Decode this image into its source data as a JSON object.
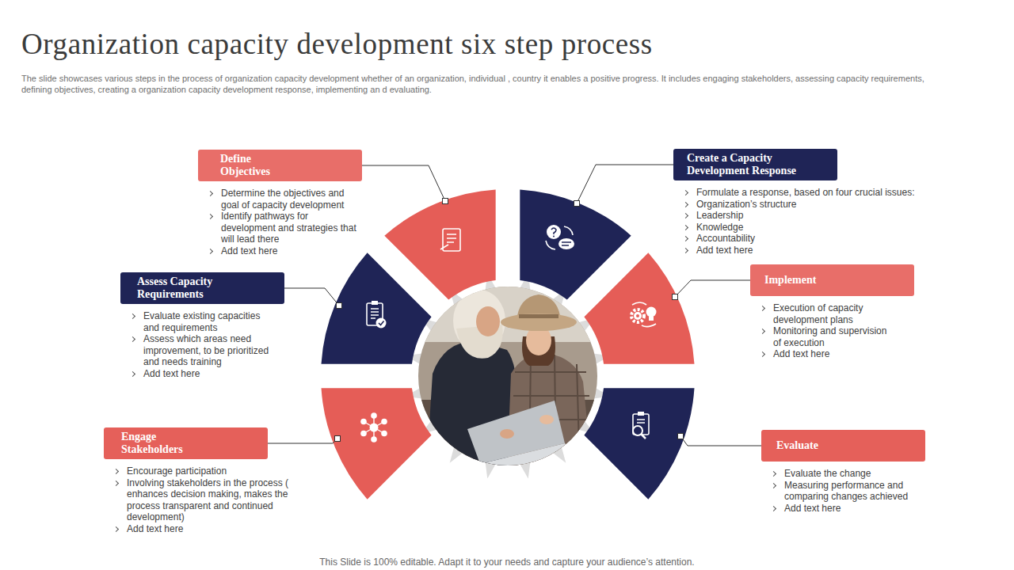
{
  "diagram": {
    "title": "Organization capacity development six step process",
    "nodes": [
      {
        "text": [
          "Engage Stakeholders",
          "Encourage participation",
          "Involving stakeholders in the process ( enhances decision making, makes the process transparent and continued development)",
          "Add text here"
        ]
      },
      {
        "text": [
          "Assess Capacity Requirements",
          "Evaluate existing capacities and requirements",
          "Assess which areas need improvement, to be prioritized and needs training",
          "Add text here"
        ]
      },
      {
        "text": [
          "Define Objectives",
          "Determine the objectives and goal of capacity development",
          "Identify pathways for development and strategies that will lead there",
          "Add text here"
        ]
      },
      {
        "text": [
          "Create a Capacity Development Response",
          "Formulate a response, based on four crucial issues:",
          "Organization’s structure",
          "Leadership",
          "Knowledge",
          "Accountability",
          "Add text here"
        ]
      },
      {
        "text": [
          "Implement",
          "Execution of capacity development plans",
          "Monitoring and supervision of execution",
          "Add text here"
        ]
      },
      {
        "text": [
          "Evaluate",
          "Evaluate the change",
          "Measuring performance and comparing changes achieved",
          "Add text here"
        ]
      }
    ],
    "labels": [
      "The slide showcases various steps in the process of organization capacity development whether of an organization, individual , country it enables a positive progress. It includes engaging stakeholders, assessing capacity requirements, defining objectives, creating a organization capacity development response, implementing an d evaluating.",
      "This Slide is 100% editable. Adapt it to your needs and capture your audience’s attention."
    ]
  }
}
